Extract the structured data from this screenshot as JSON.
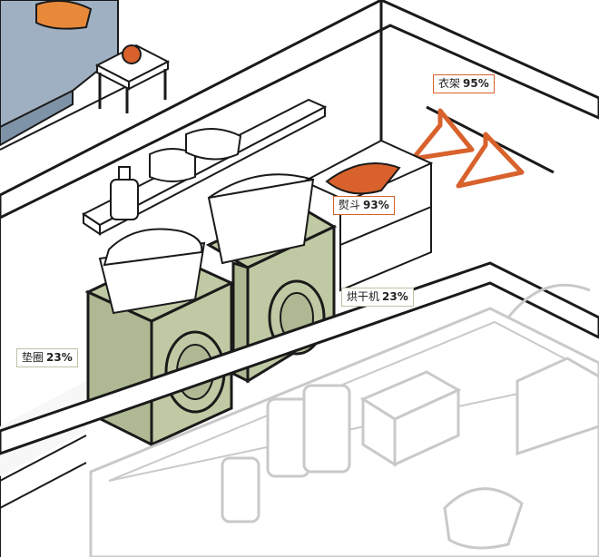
{
  "labels": [
    {
      "id": "hanger",
      "name": "衣架",
      "value": "95%",
      "variant": "hot"
    },
    {
      "id": "iron",
      "name": "熨斗",
      "value": "93%",
      "variant": "hot"
    },
    {
      "id": "dryer",
      "name": "烘干机",
      "value": "23%",
      "variant": "cool"
    },
    {
      "id": "cushion",
      "name": "垫圈",
      "value": "23%",
      "variant": "cool"
    }
  ],
  "colors": {
    "line": "#1a1a1a",
    "faded_line": "#c9c9c9",
    "appliance_green": "#bfc9a3",
    "accent_orange": "#d8612c",
    "bed_blue": "#9fb0c2",
    "pillow_orange": "#e8893a",
    "cool_border": "#b9c4a6"
  },
  "icons": [
    "washer-dryer-icon",
    "laundry-basket-icon",
    "iron-icon",
    "hanger-icon",
    "alarm-clock-icon",
    "detergent-bottle-icon",
    "suitcase-icon"
  ]
}
